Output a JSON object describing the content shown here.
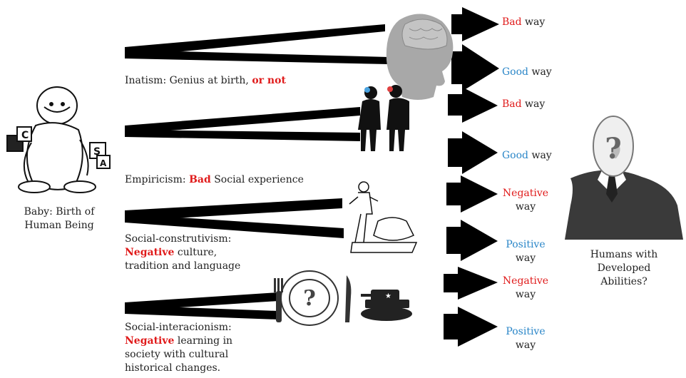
{
  "baby": {
    "label_line1": "Baby: Birth of",
    "label_line2": "Human Being",
    "block_letters": [
      "C",
      "S",
      "A"
    ]
  },
  "theories": [
    {
      "name": "Inatism: Genius at birth, ",
      "emphasis": "or not"
    },
    {
      "name_prefix": "Empiricism: ",
      "emphasis": "Bad",
      "name_suffix": " Social experience"
    },
    {
      "line1": "Social-construtivism:",
      "emphasis": "Negative",
      "line2_suffix": " culture,",
      "line3": "tradition and language"
    },
    {
      "line1": "Social-interacionism:",
      "emphasis": "Negative",
      "line2_suffix": " learning  in",
      "line3": "society with cultural",
      "line4": "historical changes."
    }
  ],
  "outcomes": [
    {
      "qualifier": "Bad",
      "suffix": " way",
      "tone": "red"
    },
    {
      "qualifier": "Good",
      "suffix": " way",
      "tone": "blue"
    },
    {
      "qualifier": "Bad",
      "suffix": " way",
      "tone": "red"
    },
    {
      "qualifier": "Good",
      "suffix": " way",
      "tone": "blue"
    },
    {
      "qualifier": "Negative",
      "suffix": "way",
      "tone": "red"
    },
    {
      "qualifier": "Positive",
      "suffix": "way",
      "tone": "blue"
    },
    {
      "qualifier": "Negative",
      "suffix": "way",
      "tone": "red"
    },
    {
      "qualifier": "Positive",
      "suffix": "way",
      "tone": "blue"
    }
  ],
  "result": {
    "line1": "Humans with",
    "line2": "Developed",
    "line3": "Abilities?",
    "mask_symbol": "?"
  },
  "plate_symbol": "?",
  "colors": {
    "emphasis_red": "#e01b1b",
    "good_blue": "#2a86c8",
    "shape_black": "#000000"
  }
}
